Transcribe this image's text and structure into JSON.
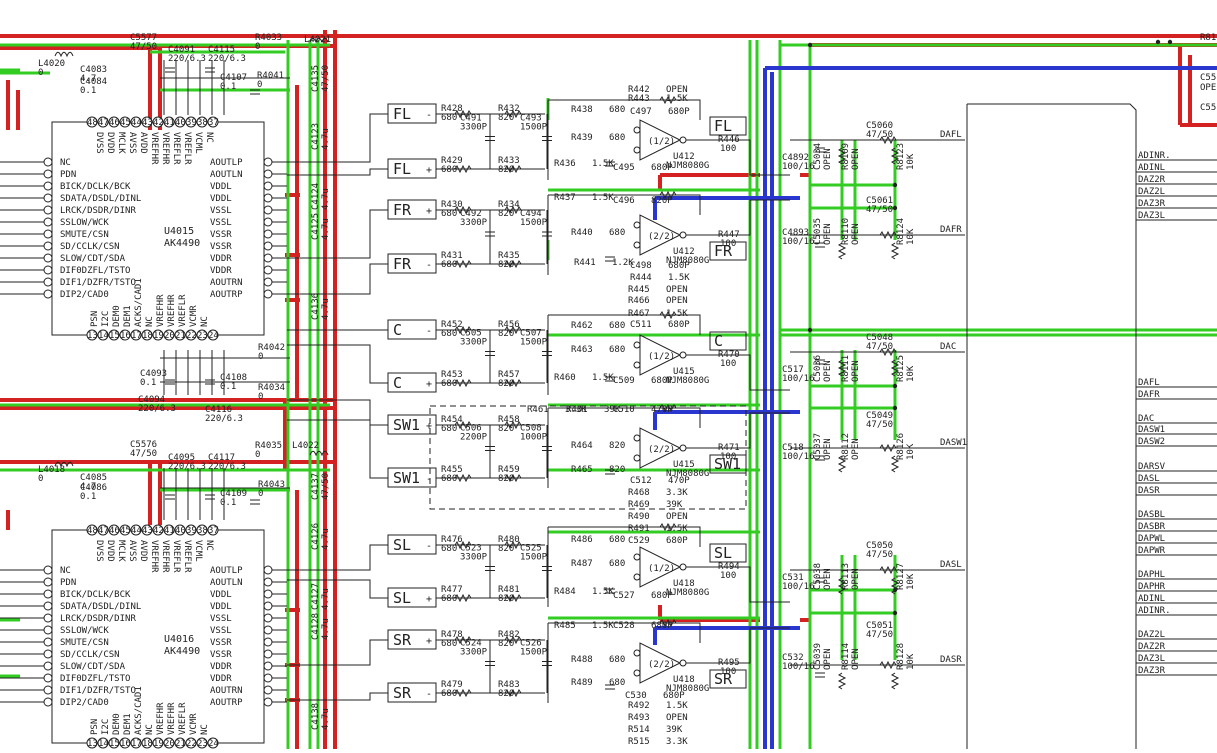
{
  "ics": [
    {
      "ref": "U4015",
      "part": "AK4490",
      "left_pins": [
        "NC",
        "PDN",
        "BICK/DCLK/BCK",
        "SDATA/DSDL/DINL",
        "LRCK/DSDR/DINR",
        "SSLOW/WCK",
        "SMUTE/CSN",
        "SD/CCLK/CSN",
        "SLOW/CDT/SDA",
        "DIF0DZFL/TSTO",
        "DIF1/DZFR/TSTO",
        "DIP2/CAD0"
      ],
      "right_pins": [
        "AOUTLP",
        "AOUTLN",
        "VDDL",
        "VDDL",
        "VSSL",
        "VSSL",
        "VSSR",
        "VSSR",
        "VDDR",
        "VDDR",
        "AOUTRN",
        "AOUTRP"
      ],
      "top_pins": [
        "DVSS",
        "DVDD",
        "MCLK",
        "AVSS",
        "AVDD",
        "VREFHR",
        "VREFHR",
        "VREFLR",
        "VREFLR",
        "VCML",
        "NC"
      ],
      "bottom_pins": [
        "PSN",
        "I2C",
        "DEM0",
        "DEM1",
        "ACKS/CAD1",
        "NC",
        "VREFHR",
        "VREFHR",
        "VREFLR",
        "VCMR",
        "NC"
      ],
      "top_pin_nums": [
        "48",
        "47",
        "46",
        "45",
        "44",
        "43",
        "42",
        "41",
        "40",
        "39",
        "38",
        "37"
      ],
      "bottom_pin_nums": [
        "13",
        "14",
        "15",
        "16",
        "17",
        "18",
        "19",
        "20",
        "21",
        "22",
        "23",
        "24"
      ]
    },
    {
      "ref": "U4016",
      "part": "AK4490",
      "left_pins": [
        "NC",
        "PDN",
        "BICK/DCLK/BCK",
        "SDATA/DSDL/DINL",
        "LRCK/DSDR/DINR",
        "SSLOW/WCK",
        "SMUTE/CSN",
        "SD/CCLK/CSN",
        "SLOW/CDT/SDA",
        "DIF0DZFL/TSTO",
        "DIF1/DZFR/TSTO",
        "DIP2/CAD0"
      ],
      "right_pins": [
        "AOUTLP",
        "AOUTLN",
        "VDDL",
        "VDDL",
        "VSSL",
        "VSSL",
        "VSSR",
        "VSSR",
        "VDDR",
        "VDDR",
        "AOUTRN",
        "AOUTRP"
      ],
      "top_pins": [
        "DVSS",
        "DVDD",
        "MCLK",
        "AVSS",
        "AVDD",
        "VREFHR",
        "VREFHR",
        "VREFLR",
        "VREFLR",
        "VCML",
        "NC"
      ],
      "bottom_pins": [
        "PSN",
        "I2C",
        "DEM0",
        "DEM1",
        "ACKS/CAD1",
        "NC",
        "VREFHR",
        "VREFHR",
        "VREFLR",
        "VCMR",
        "NC"
      ],
      "top_pin_nums": [
        "48",
        "47",
        "46",
        "45",
        "44",
        "43",
        "42",
        "41",
        "40",
        "39",
        "38",
        "37"
      ],
      "bottom_pin_nums": [
        "13",
        "14",
        "15",
        "16",
        "17",
        "18",
        "19",
        "20",
        "21",
        "22",
        "23",
        "24"
      ]
    }
  ],
  "parts": [
    [
      "C5577",
      "47/50"
    ],
    [
      "C4091",
      "220/6.3"
    ],
    [
      "C4115",
      "220/6.3"
    ],
    [
      "R4033",
      "0"
    ],
    [
      "L4021",
      ""
    ],
    [
      "L4020",
      "0"
    ],
    [
      "C4083",
      "4.7"
    ],
    [
      "C4084",
      "0.1"
    ],
    [
      "C4107",
      "0.1"
    ],
    [
      "R4041",
      "0"
    ],
    [
      "C4135",
      "47/50"
    ],
    [
      "C4123",
      "4.7u"
    ],
    [
      "C4124",
      "4.7u"
    ],
    [
      "C4125",
      "4.7u"
    ],
    [
      "C4136",
      "4.7u"
    ],
    [
      "C4093",
      "0.1"
    ],
    [
      "C4108",
      "0.1"
    ],
    [
      "C4094",
      "220/6.3"
    ],
    [
      "C4116",
      "220/6.3"
    ],
    [
      "R4042",
      "0"
    ],
    [
      "R4034",
      "0"
    ],
    [
      "C5576",
      "47/50"
    ],
    [
      "C4095",
      "220/6.3"
    ],
    [
      "C4117",
      "220/6.3"
    ],
    [
      "R4035",
      "0"
    ],
    [
      "L4022",
      ""
    ],
    [
      "L4018",
      "0"
    ],
    [
      "C4085",
      "4.7"
    ],
    [
      "C4086",
      "0.1"
    ],
    [
      "C4109",
      "0.1"
    ],
    [
      "R4043",
      "0"
    ],
    [
      "C4137",
      "47/50"
    ],
    [
      "C4126",
      "4.7u"
    ],
    [
      "C4127",
      "4.7u"
    ],
    [
      "C4128",
      "4.7u"
    ],
    [
      "C4138",
      "4.7u"
    ]
  ],
  "connectors": [
    {
      "label": "FL",
      "sign": "-"
    },
    {
      "label": "FL",
      "sign": "+"
    },
    {
      "label": "FR",
      "sign": "+"
    },
    {
      "label": "FR",
      "sign": "-"
    },
    {
      "label": "C",
      "sign": "-"
    },
    {
      "label": "C",
      "sign": "+"
    },
    {
      "label": "SW1",
      "sign": "+"
    },
    {
      "label": "SW1",
      "sign": "-"
    },
    {
      "label": "SL",
      "sign": "-"
    },
    {
      "label": "SL",
      "sign": "+"
    },
    {
      "label": "SR",
      "sign": "+"
    },
    {
      "label": "SR",
      "sign": "-"
    }
  ],
  "input_parts": [
    [
      "R428",
      "680"
    ],
    [
      "R432",
      "820"
    ],
    [
      "C491",
      "3300P"
    ],
    [
      "C493",
      "1500P"
    ],
    [
      "R429",
      "680"
    ],
    [
      "R433",
      "820"
    ],
    [
      "R430",
      "680"
    ],
    [
      "R434",
      "820"
    ],
    [
      "C492",
      "3300P"
    ],
    [
      "C494",
      "1500P"
    ],
    [
      "R431",
      "680"
    ],
    [
      "R435",
      "820"
    ],
    [
      "R452",
      "680"
    ],
    [
      "R456",
      "820"
    ],
    [
      "C505",
      "3300P"
    ],
    [
      "C507",
      "1500P"
    ],
    [
      "R453",
      "680"
    ],
    [
      "R457",
      "820"
    ],
    [
      "R454",
      "680"
    ],
    [
      "R458",
      "820"
    ],
    [
      "C506",
      "2200P"
    ],
    [
      "C508",
      "1000P"
    ],
    [
      "R455",
      "680"
    ],
    [
      "R459",
      "820"
    ],
    [
      "R476",
      "680"
    ],
    [
      "R480",
      "820"
    ],
    [
      "C523",
      "3300P"
    ],
    [
      "C525",
      "1500P"
    ],
    [
      "R477",
      "680"
    ],
    [
      "R481",
      "820"
    ],
    [
      "R478",
      "680"
    ],
    [
      "R482",
      "820"
    ],
    [
      "C524",
      "3300P"
    ],
    [
      "C526",
      "1500P"
    ],
    [
      "R479",
      "680"
    ],
    [
      "R483",
      "820"
    ]
  ],
  "filter_parts": [
    [
      "R442",
      "OPEN"
    ],
    [
      "R443",
      "1.5K"
    ],
    [
      "C497",
      "680P"
    ],
    [
      "R438",
      "680"
    ],
    [
      "R439",
      "680"
    ],
    [
      "R436",
      "1.5K"
    ],
    [
      "C495",
      "680P"
    ],
    [
      "R437",
      "1.5K"
    ],
    [
      "C496",
      "820P"
    ],
    [
      "R440",
      "680"
    ],
    [
      "R441",
      "1.2K"
    ],
    [
      "C498",
      "680P"
    ],
    [
      "R444",
      "1.5K"
    ],
    [
      "R445",
      "OPEN"
    ],
    [
      "R466",
      "OPEN"
    ],
    [
      "R467",
      "1.5K"
    ],
    [
      "C511",
      "680P"
    ],
    [
      "R462",
      "680"
    ],
    [
      "R463",
      "680"
    ],
    [
      "R460",
      "1.5K"
    ],
    [
      "C509",
      "680P"
    ],
    [
      "R461",
      "3.3K"
    ],
    [
      "R401",
      "39K"
    ],
    [
      "C510",
      "470P"
    ],
    [
      "R464",
      "820"
    ],
    [
      "R465",
      "820"
    ],
    [
      "C512",
      "470P"
    ],
    [
      "R468",
      "3.3K"
    ],
    [
      "R469",
      "39K"
    ],
    [
      "R490",
      "OPEN"
    ],
    [
      "R491",
      "1.5K"
    ],
    [
      "C529",
      "680P"
    ],
    [
      "R486",
      "680"
    ],
    [
      "R487",
      "680"
    ],
    [
      "R484",
      "1.5K"
    ],
    [
      "C527",
      "680P"
    ],
    [
      "R485",
      "1.5K"
    ],
    [
      "C528",
      "680P"
    ],
    [
      "R488",
      "680"
    ],
    [
      "R489",
      "680"
    ],
    [
      "C530",
      "680P"
    ],
    [
      "R492",
      "1.5K"
    ],
    [
      "R493",
      "OPEN"
    ],
    [
      "R514",
      "39K"
    ],
    [
      "R515",
      "3.3K"
    ]
  ],
  "opamps": [
    {
      "ref": "U412",
      "part": "NJM8080G",
      "unit": "(1/2)",
      "out": "FL",
      "r": "R446",
      "rv": "100"
    },
    {
      "ref": "U412",
      "part": "NJM8080G",
      "unit": "(2/2)",
      "out": "FR",
      "r": "R447",
      "rv": "100"
    },
    {
      "ref": "U415",
      "part": "NJM8080G",
      "unit": "(1/2)",
      "out": "C",
      "r": "R470",
      "rv": "100"
    },
    {
      "ref": "U415",
      "part": "NJM8080G",
      "unit": "(2/2)",
      "out": "SW1",
      "r": "R471",
      "rv": "100"
    },
    {
      "ref": "U418",
      "part": "NJM8080G",
      "unit": "(1/2)",
      "out": "SL",
      "r": "R494",
      "rv": "100"
    },
    {
      "ref": "U418",
      "part": "NJM8080G",
      "unit": "(2/2)",
      "out": "SR",
      "r": "R495",
      "rv": "100"
    }
  ],
  "out_parts": [
    [
      "C4892",
      "100/16"
    ],
    [
      "C5034",
      "OPEN"
    ],
    [
      "R8109",
      "OPEN"
    ],
    [
      "C5060",
      "47/50"
    ],
    [
      "R8123",
      "10K"
    ],
    [
      "C4893",
      "100/16"
    ],
    [
      "C5035",
      "OPEN"
    ],
    [
      "R8110",
      "OPEN"
    ],
    [
      "C5061",
      "47/50"
    ],
    [
      "R8124",
      "10K"
    ],
    [
      "C517",
      "100/16"
    ],
    [
      "C5036",
      "OPEN"
    ],
    [
      "R8111",
      "OPEN"
    ],
    [
      "C5048",
      "47/50"
    ],
    [
      "R8125",
      "10K"
    ],
    [
      "C518",
      "100/16"
    ],
    [
      "C5037",
      "OPEN"
    ],
    [
      "R8112",
      "OPEN"
    ],
    [
      "C5049",
      "47/50"
    ],
    [
      "R8126",
      "10K"
    ],
    [
      "C531",
      "100/16"
    ],
    [
      "C5038",
      "OPEN"
    ],
    [
      "R8113",
      "OPEN"
    ],
    [
      "C5050",
      "47/50"
    ],
    [
      "R8127",
      "10K"
    ],
    [
      "C532",
      "100/16"
    ],
    [
      "C5039",
      "OPEN"
    ],
    [
      "R8114",
      "OPEN"
    ],
    [
      "C5051",
      "47/50"
    ],
    [
      "R8128",
      "10K"
    ]
  ],
  "nets": [
    "DAFL",
    "DAFR",
    "DAC",
    "DASW1",
    "DASL",
    "DASR"
  ],
  "right_block_labels": [
    "ADINR.",
    "ADINL",
    "DAZ2R",
    "DAZ2L",
    "DAZ3R",
    "DAZ3L",
    "DAFL",
    "DAFR",
    "DAC",
    "DASW1",
    "DASW2",
    "DARSV",
    "DASL",
    "DASR",
    "DASBL",
    "DASBR",
    "DAPWL",
    "DAPWR",
    "DAPHL",
    "DAPHR",
    "ADINL",
    "ADINR.",
    "DAZ2L",
    "DAZ2R",
    "DAZ3L",
    "DAZ3R"
  ],
  "edge_labels": [
    "R81",
    "C55",
    "OPE",
    "C55"
  ],
  "colors": {
    "wire": "#222222",
    "power": "#d42222",
    "ground": "#33cc22",
    "signal": "#2a36d0"
  }
}
